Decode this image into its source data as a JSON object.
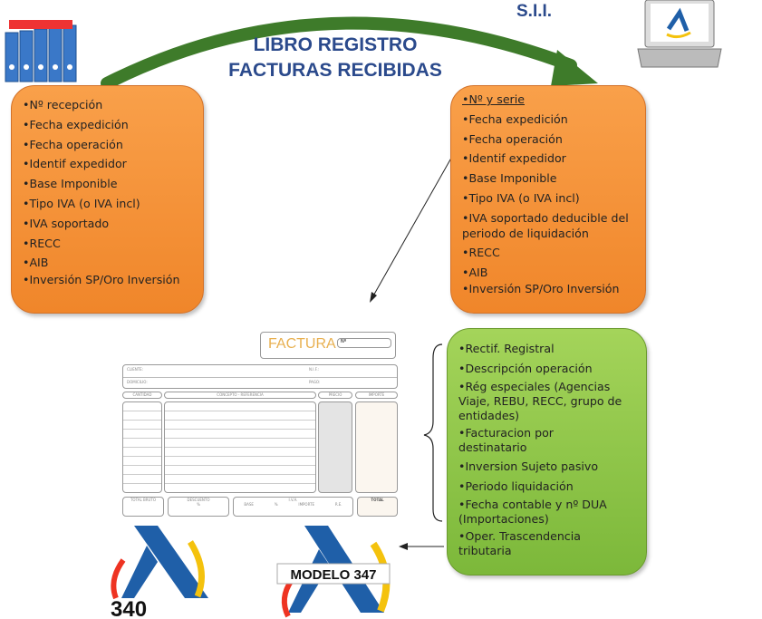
{
  "title": {
    "line1": "LIBRO REGISTRO",
    "line2": "FACTURAS RECIBIDAS"
  },
  "sii_label": "S.I.I.",
  "left_box": {
    "items": [
      "Nº recepción",
      "Fecha expedición",
      "Fecha operación",
      "Identif expedidor",
      "Base Imponible",
      "Tipo IVA (o IVA incl)",
      "IVA soportado",
      "RECC",
      "AIB",
      "Inversión SP/Oro Inversión"
    ]
  },
  "right_box": {
    "items": [
      "Nº y serie",
      "Fecha expedición",
      "Fecha operación",
      "Identif expedidor",
      "Base Imponible",
      "Tipo IVA (o IVA incl)",
      "IVA soportado deducible del periodo de liquidación",
      "RECC",
      "AIB",
      "Inversión SP/Oro Inversión"
    ]
  },
  "green_box": {
    "items": [
      "Rectif. Registral",
      "Descripción operación",
      "Rég especiales (Agencias Viaje, REBU, RECC, grupo de entidades)",
      "Facturacion por destinatario",
      "Inversion Sujeto pasivo",
      "Periodo liquidación",
      "Fecha contable y nº DUA (Importaciones)",
      "Oper. Trascendencia tributaria"
    ]
  },
  "invoice": {
    "title": "FACTURA",
    "number_label": "Nº",
    "cliente": "CLIENTE:",
    "domicilio": "DOMICILIO:",
    "nif": "N.I.F.:",
    "pago": "PAGO:",
    "cols": [
      "CANTIDAD",
      "CONCEPTO - REFERENCIA",
      "PRECIO",
      "IMPORTE"
    ],
    "footer": [
      "TOTAL BRUTO",
      "DESCUENTO",
      "I.V.A.",
      "TOTAL"
    ],
    "iva_cols": [
      "BASE",
      "%",
      "IMPORTE",
      "R.E."
    ],
    "pct": "%"
  },
  "logos": {
    "aeat_340": "340",
    "modelo_347": "MODELO 347"
  },
  "colors": {
    "orange": "#f0862a",
    "green": "#7cb83a",
    "title_blue": "#2b4a8c",
    "aeat_blue": "#1f5fa8"
  }
}
